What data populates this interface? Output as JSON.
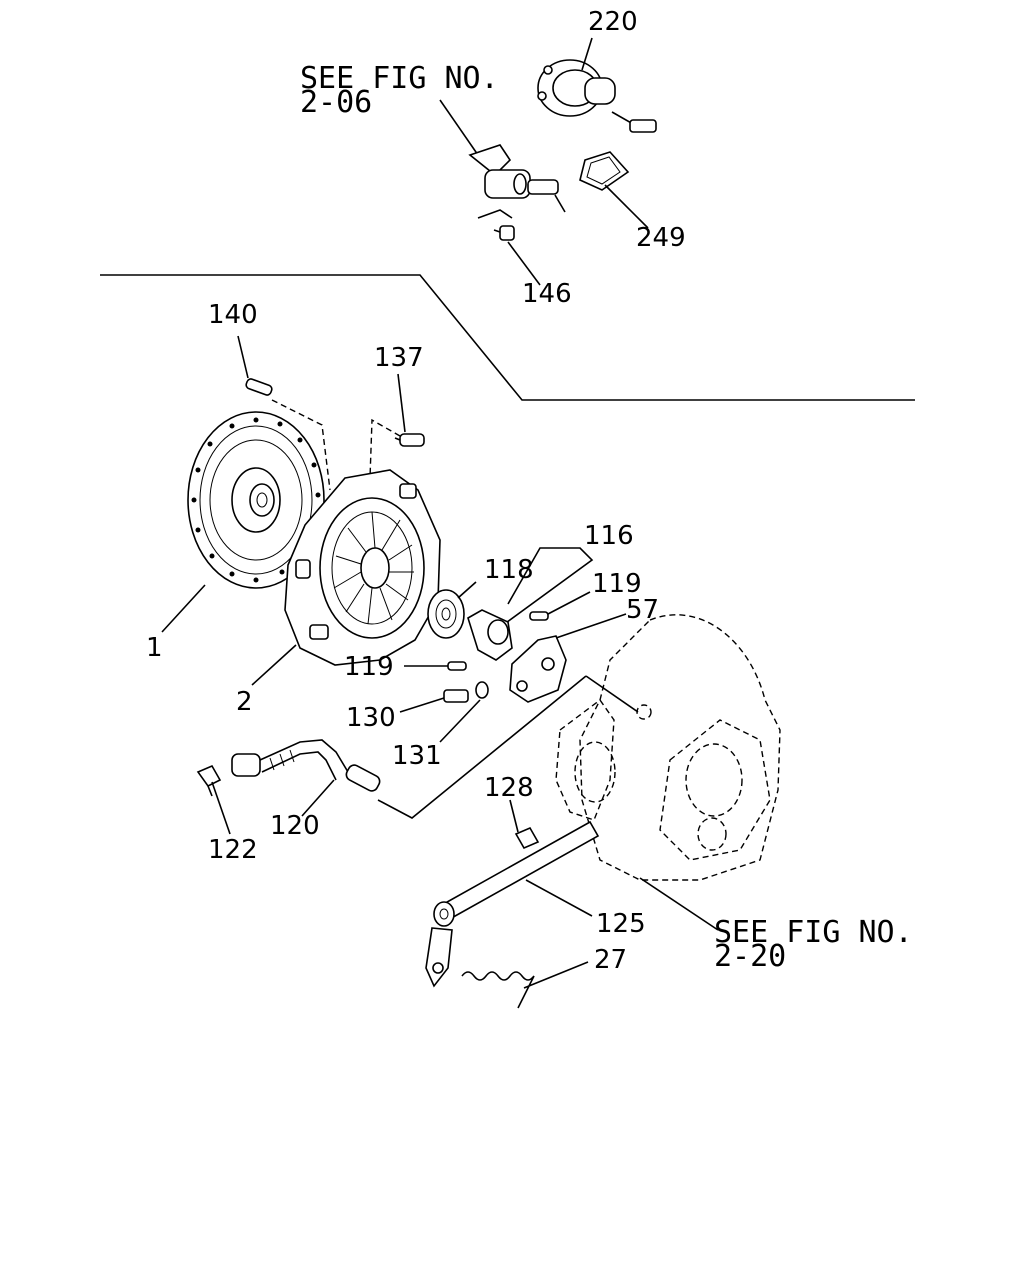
{
  "references": {
    "top": {
      "line1": "SEE FIG NO.",
      "line2": "2-06"
    },
    "bottom": {
      "line1": "SEE FIG NO.",
      "line2": "2-20"
    }
  },
  "callouts": {
    "c220": "220",
    "c249": "249",
    "c146": "146",
    "c140": "140",
    "c137": "137",
    "c116": "116",
    "c118": "118",
    "c119a": "119",
    "c57": "57",
    "c119b": "119",
    "c130": "130",
    "c131": "131",
    "c1": "1",
    "c2": "2",
    "c128": "128",
    "c120": "120",
    "c122": "122",
    "c125": "125",
    "c27": "27"
  }
}
